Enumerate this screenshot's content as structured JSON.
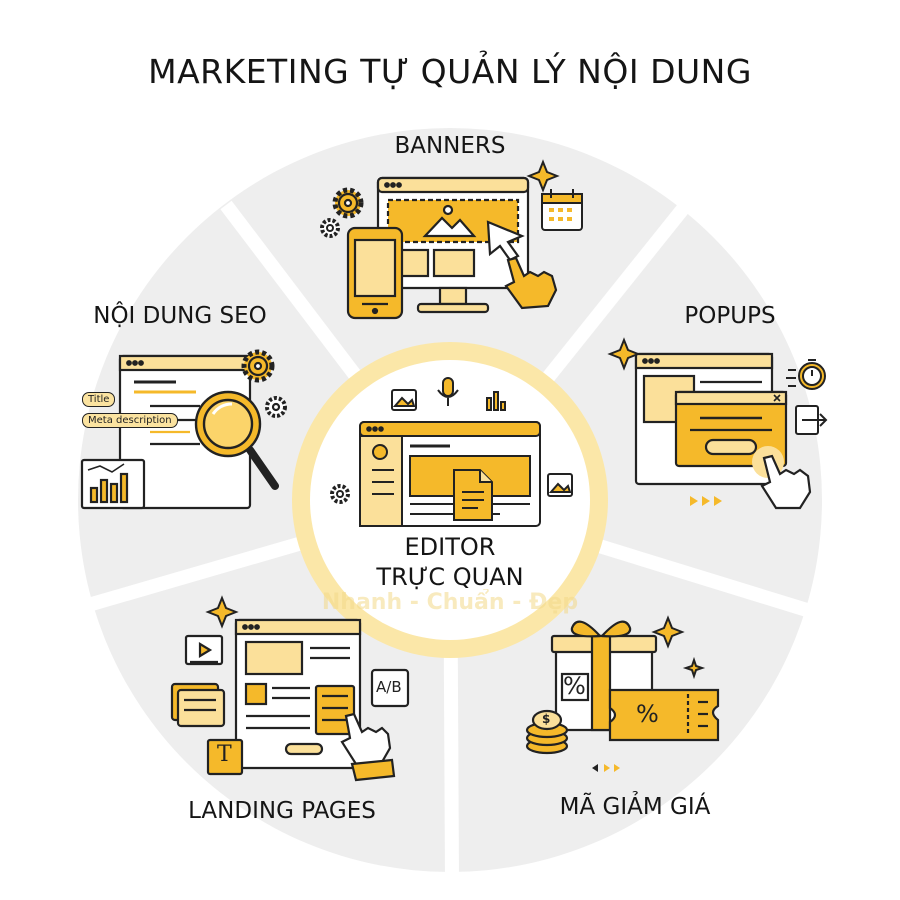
{
  "title": "MARKETING TỰ QUẢN LÝ NỘI DUNG",
  "center": {
    "line1": "EDITOR",
    "line2": "TRỰC QUAN"
  },
  "segments": [
    {
      "label": "BANNERS"
    },
    {
      "label": "POPUPS"
    },
    {
      "label": "MÃ GIẢM GIÁ"
    },
    {
      "label": "LANDING PAGES"
    },
    {
      "label": "NỘI DUNG SEO"
    }
  ],
  "seo_tags": {
    "title_tag": "Title",
    "meta_tag": "Meta description"
  },
  "landing": {
    "ab_label": "A/B",
    "text_tool": "T"
  },
  "coupon": {
    "percent_symbol": "%",
    "coin_symbol": "$"
  },
  "watermark": "Nhanh - Chuẩn - Đẹp",
  "colors": {
    "accent": "#f5b92a",
    "accent_light": "#fbe09a",
    "ink": "#222222",
    "ring": "#ededed",
    "paper": "#ffffff"
  }
}
